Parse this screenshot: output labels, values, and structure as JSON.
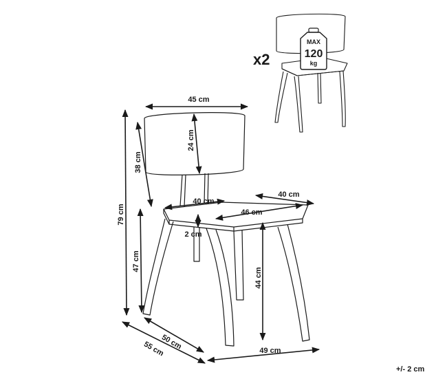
{
  "colors": {
    "line": "#1a1a1a",
    "background": "#ffffff"
  },
  "icon": "weight-icon",
  "quantity": "x2",
  "max_load": {
    "top": "MAX",
    "value": "120",
    "unit": "kg"
  },
  "dimensions": {
    "backrest_width": "45 cm",
    "backrest_height": "24 cm",
    "back_height": "38 cm",
    "total_height": "79 cm",
    "seat_width_front": "40 cm",
    "seat_width_side": "40 cm",
    "seat_depth": "46 cm",
    "seat_thickness": "2 cm",
    "seat_height": "47 cm",
    "frame_height": "44 cm",
    "base_width": "49 cm",
    "base_depth_inner": "50 cm",
    "base_depth_outer": "55 cm"
  },
  "tolerance": "+/- 2 cm"
}
